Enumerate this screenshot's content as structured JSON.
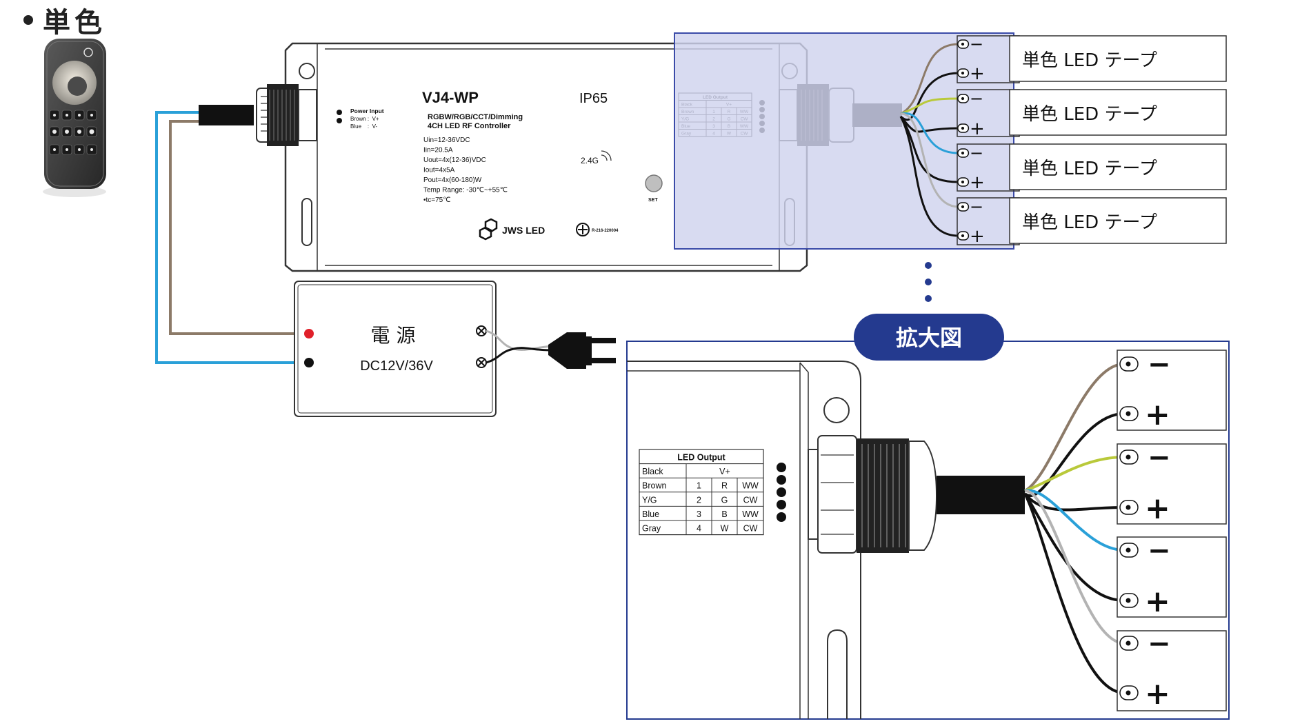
{
  "heading": {
    "text": "単色"
  },
  "controller": {
    "model": "VJ4-WP",
    "ip_rating": "IP65",
    "description_line1": "RGBW/RGB/CCT/Dimming",
    "description_line2": "4CH LED RF Controller",
    "specs": [
      "Uin=12-36VDC",
      "Iin=20.5A",
      "Uout=4x(12-36)VDC",
      "Iout=4x5A",
      "Pout=4x(60-180)W",
      "Temp Range: -30℃~+55℃",
      "•tc=75℃"
    ],
    "power_input_title": "Power Input",
    "power_input_brown": "Brown :  V+",
    "power_input_blue": "Blue    :  V-",
    "frequency": "2.4G",
    "set_label": "SET",
    "brand": "JWS LED",
    "cert": "R-216-220004"
  },
  "led_output_table": {
    "title": "LED Output",
    "header": [
      "Black",
      "V+"
    ],
    "rows": [
      [
        "Brown",
        "1",
        "R",
        "WW"
      ],
      [
        "Y/G",
        "2",
        "G",
        "CW"
      ],
      [
        "Blue",
        "3",
        "B",
        "WW"
      ],
      [
        "Gray",
        "4",
        "W",
        "CW"
      ]
    ]
  },
  "power_supply": {
    "label": "電 源",
    "voltage": "DC12V/36V"
  },
  "led_strips": [
    {
      "label": "単色 LED テープ"
    },
    {
      "label": "単色 LED テープ"
    },
    {
      "label": "単色 LED テープ"
    },
    {
      "label": "単色 LED テープ"
    }
  ],
  "terminal_minus": "−",
  "terminal_plus": "+",
  "zoom_badge": {
    "text": "拡大図"
  },
  "colors": {
    "blue_wire": "#2aa0d8",
    "brown_wire": "#8c7a68",
    "yellow_green_wire": "#b9c93a",
    "gray_wire": "#b3b3b3",
    "black_wire": "#111111",
    "highlight_fill": "#cfd3ee",
    "highlight_stroke": "#3a4aa8",
    "badge": "#243a8f",
    "red_terminal": "#e0202a"
  }
}
